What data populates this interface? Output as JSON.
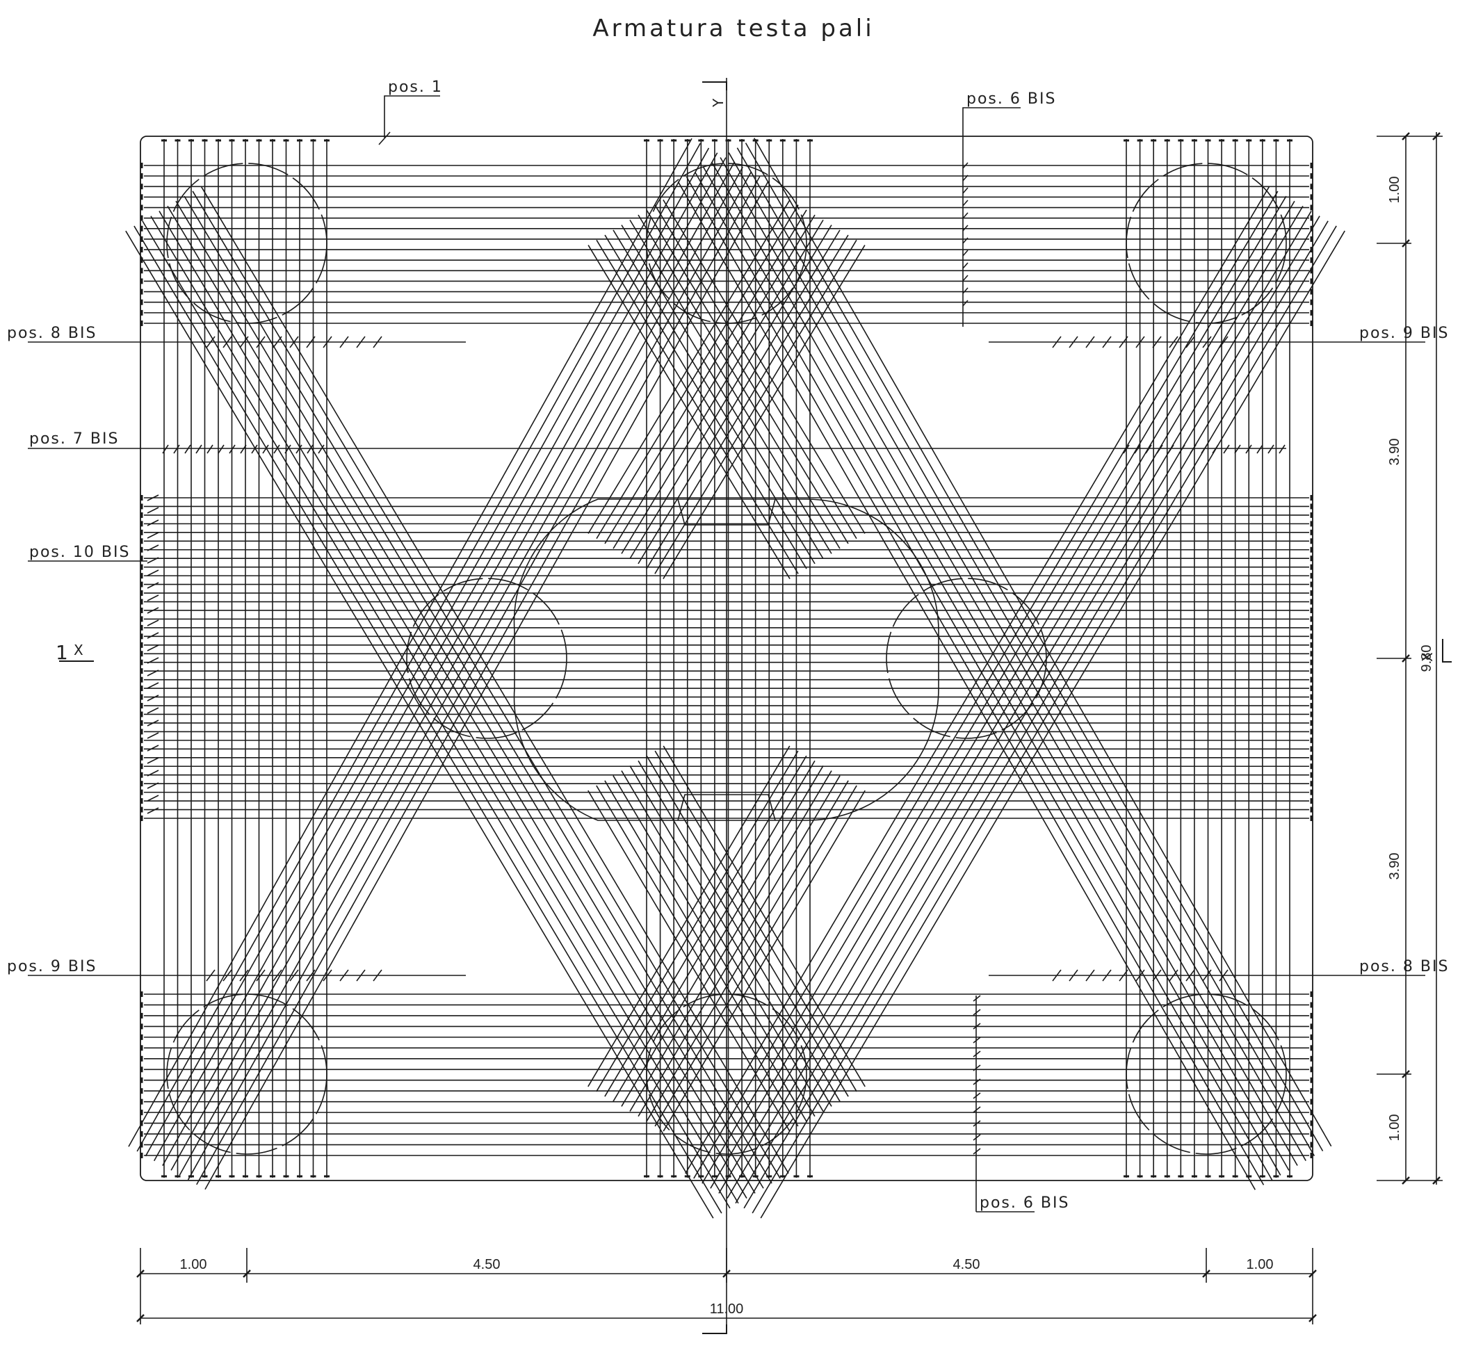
{
  "title": "Armatura testa pali",
  "labels": {
    "pos1": "pos. 1",
    "pos6_top": "pos. 6 BIS",
    "pos6_bottom": "pos. 6 BIS",
    "pos8_left": "pos. 8 BIS",
    "pos9_right": "pos. 9 BIS",
    "pos7": "pos. 7 BIS",
    "pos10": "pos. 10 BIS",
    "pos9_left": "pos. 9 BIS",
    "pos8_right": "pos. 8 BIS"
  },
  "dimensions": {
    "horizontal": [
      "1.00",
      "4.50",
      "4.50",
      "1.00"
    ],
    "horizontal_total": "11.00",
    "vertical": [
      "1.00",
      "3.90",
      "3.90",
      "1.00"
    ],
    "vertical_total": "9.80"
  },
  "axes": {
    "x_section_number": "1",
    "x_label": "X",
    "y_label": "Y"
  },
  "colors": {
    "line": "#1a1a1a",
    "background": "#ffffff"
  }
}
